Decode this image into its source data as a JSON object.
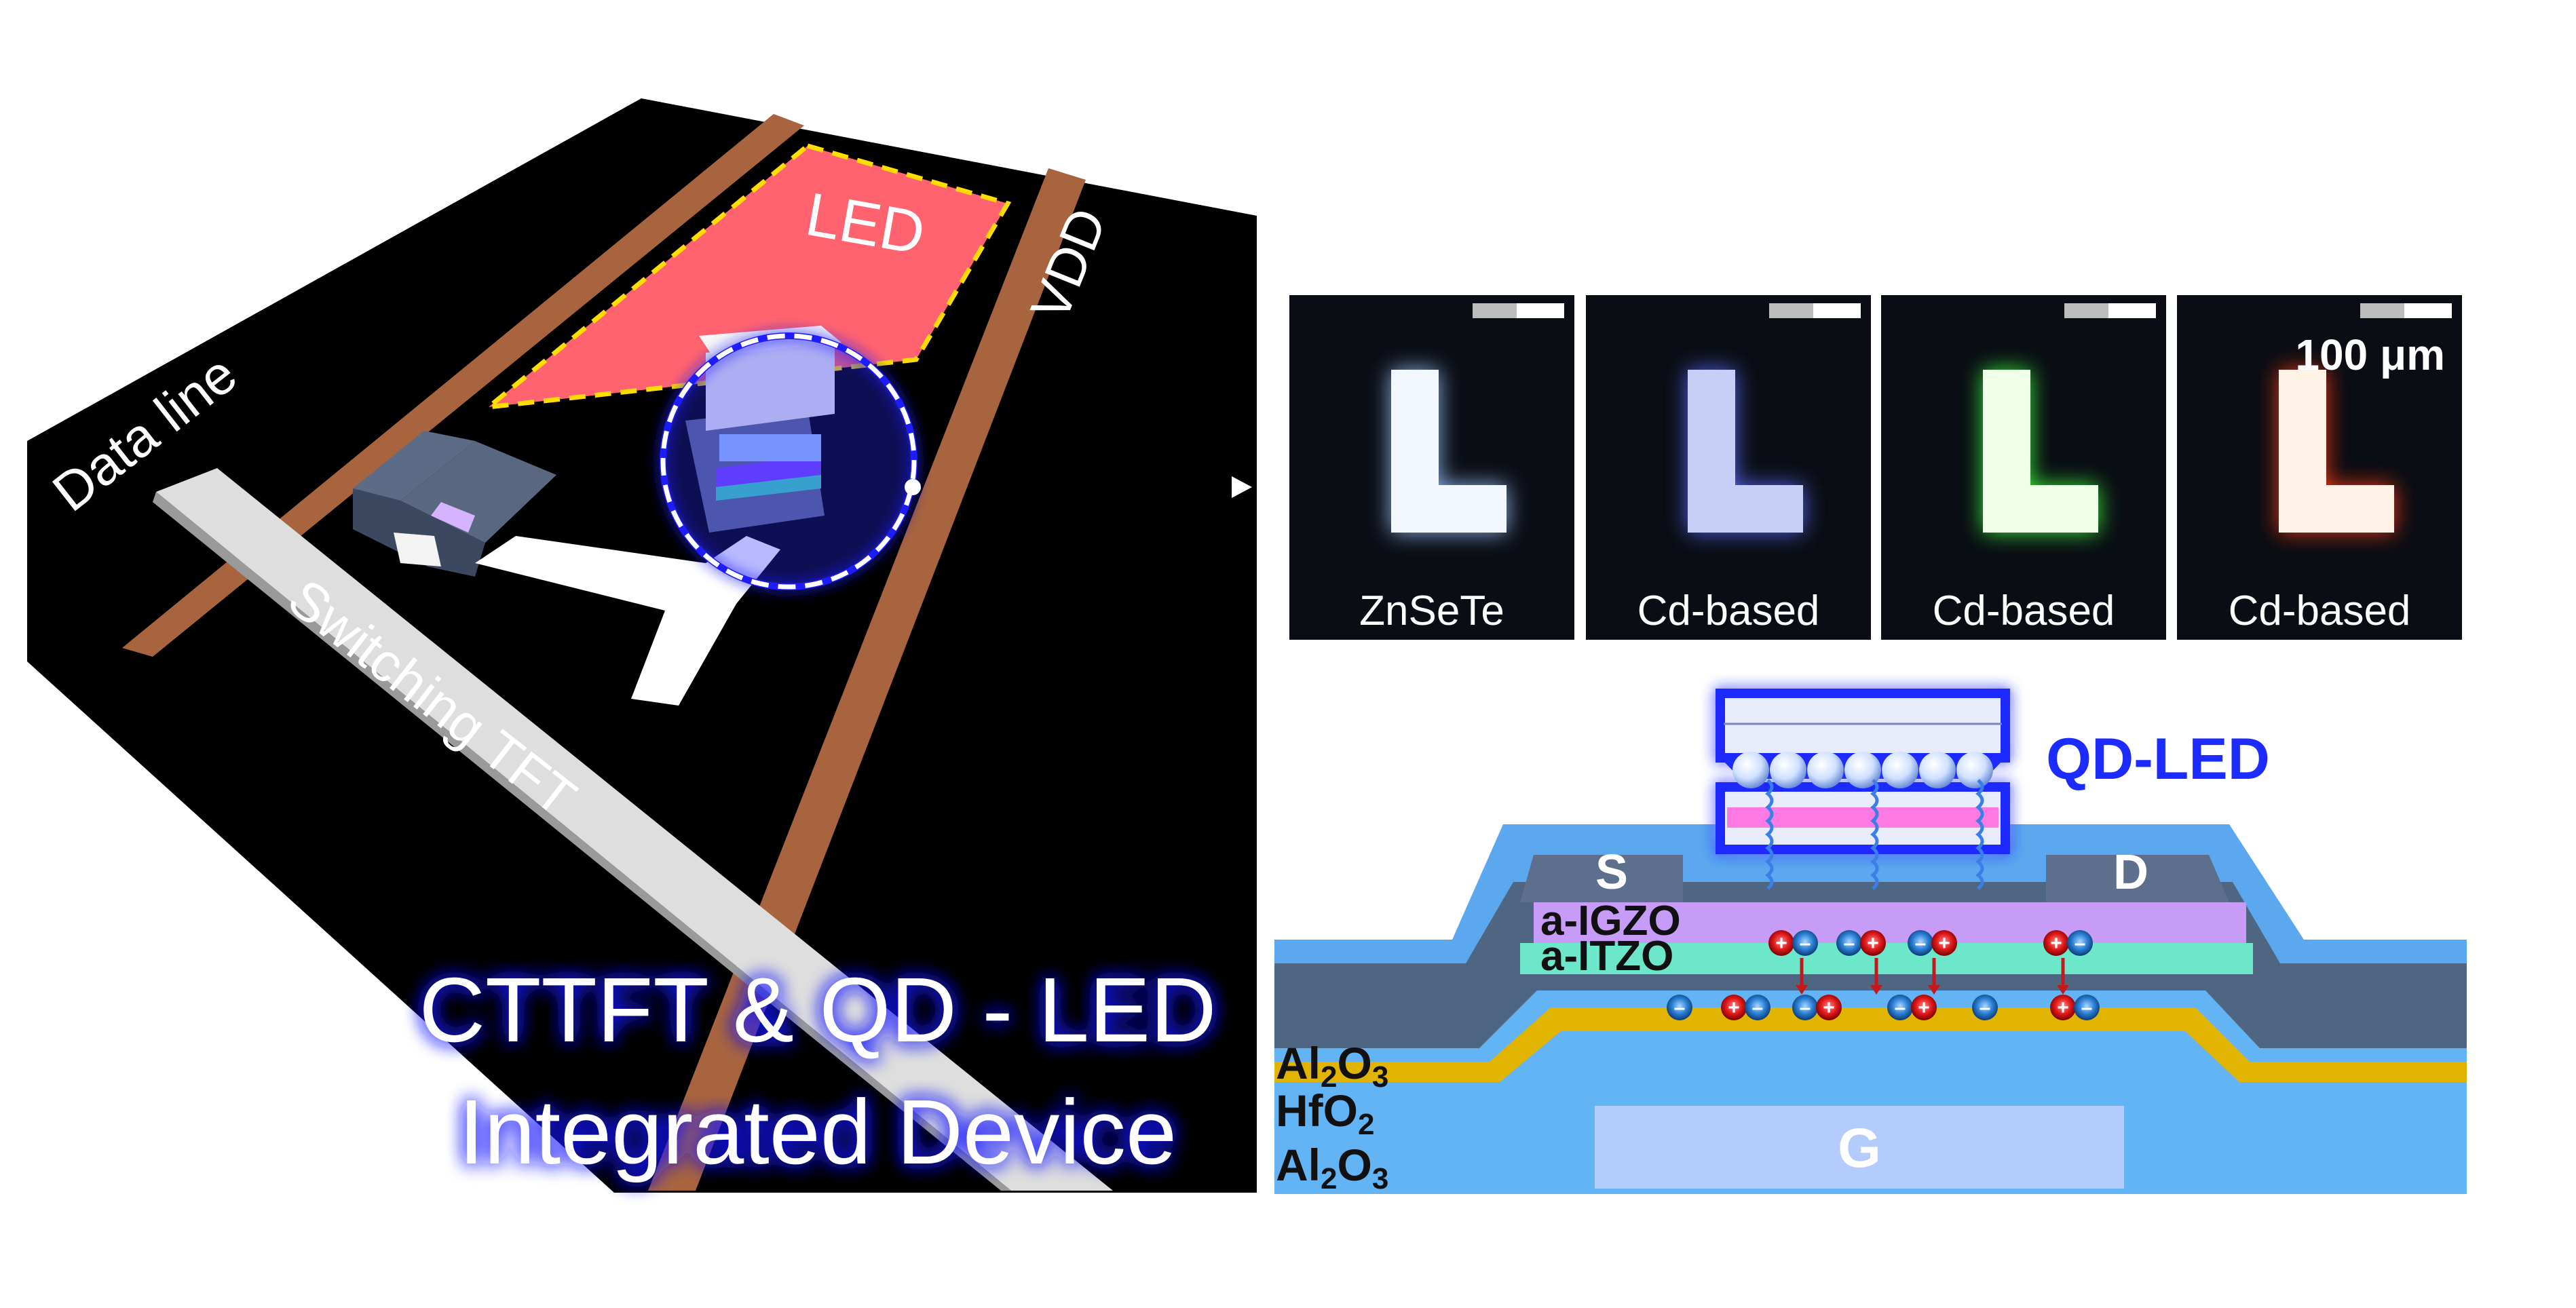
{
  "device": {
    "labels": {
      "led": "LED",
      "vdd": "VDD",
      "data_line": "Data line",
      "switching_tft": "Switching TFT"
    },
    "title_line1": "CTTFT & QD - LED",
    "title_line2": "Integrated Device"
  },
  "micrographs": {
    "scale_bar": "100 μm",
    "panels": [
      {
        "label": "ZnSeTe",
        "glow": "#9fc4ff",
        "fill": "#f2f6ff"
      },
      {
        "label": "Cd-based",
        "glow": "#5a6cff",
        "fill": "#c8cff6"
      },
      {
        "label": "Cd-based",
        "glow": "#3cff3c",
        "fill": "#efffe8"
      },
      {
        "label": "Cd-based",
        "glow": "#ff3a18",
        "fill": "#fff2e6"
      }
    ]
  },
  "cross_section": {
    "qd_led": "QD-LED",
    "source": "S",
    "drain": "D",
    "gate": "G",
    "igzo": "a-IGZO",
    "itzo": "a-ITZO",
    "layers": [
      {
        "base": "Al",
        "sub": "2",
        "mid": "O",
        "sub2": "3"
      },
      {
        "base": "HfO",
        "sub": "2",
        "mid": "",
        "sub2": ""
      },
      {
        "base": "Al",
        "sub": "2",
        "mid": "O",
        "sub2": "3"
      }
    ]
  },
  "colors": {
    "led_pad": "#ff6370",
    "rail": "#a8643e",
    "substrate": "#000000",
    "title_glow": "#1a1aff",
    "qd_blue": "#1c2bff",
    "al2o3": "#63b4f5",
    "hfo2": "#e0b400",
    "igzo": "#c79cf6",
    "itzo": "#6de7c9"
  }
}
